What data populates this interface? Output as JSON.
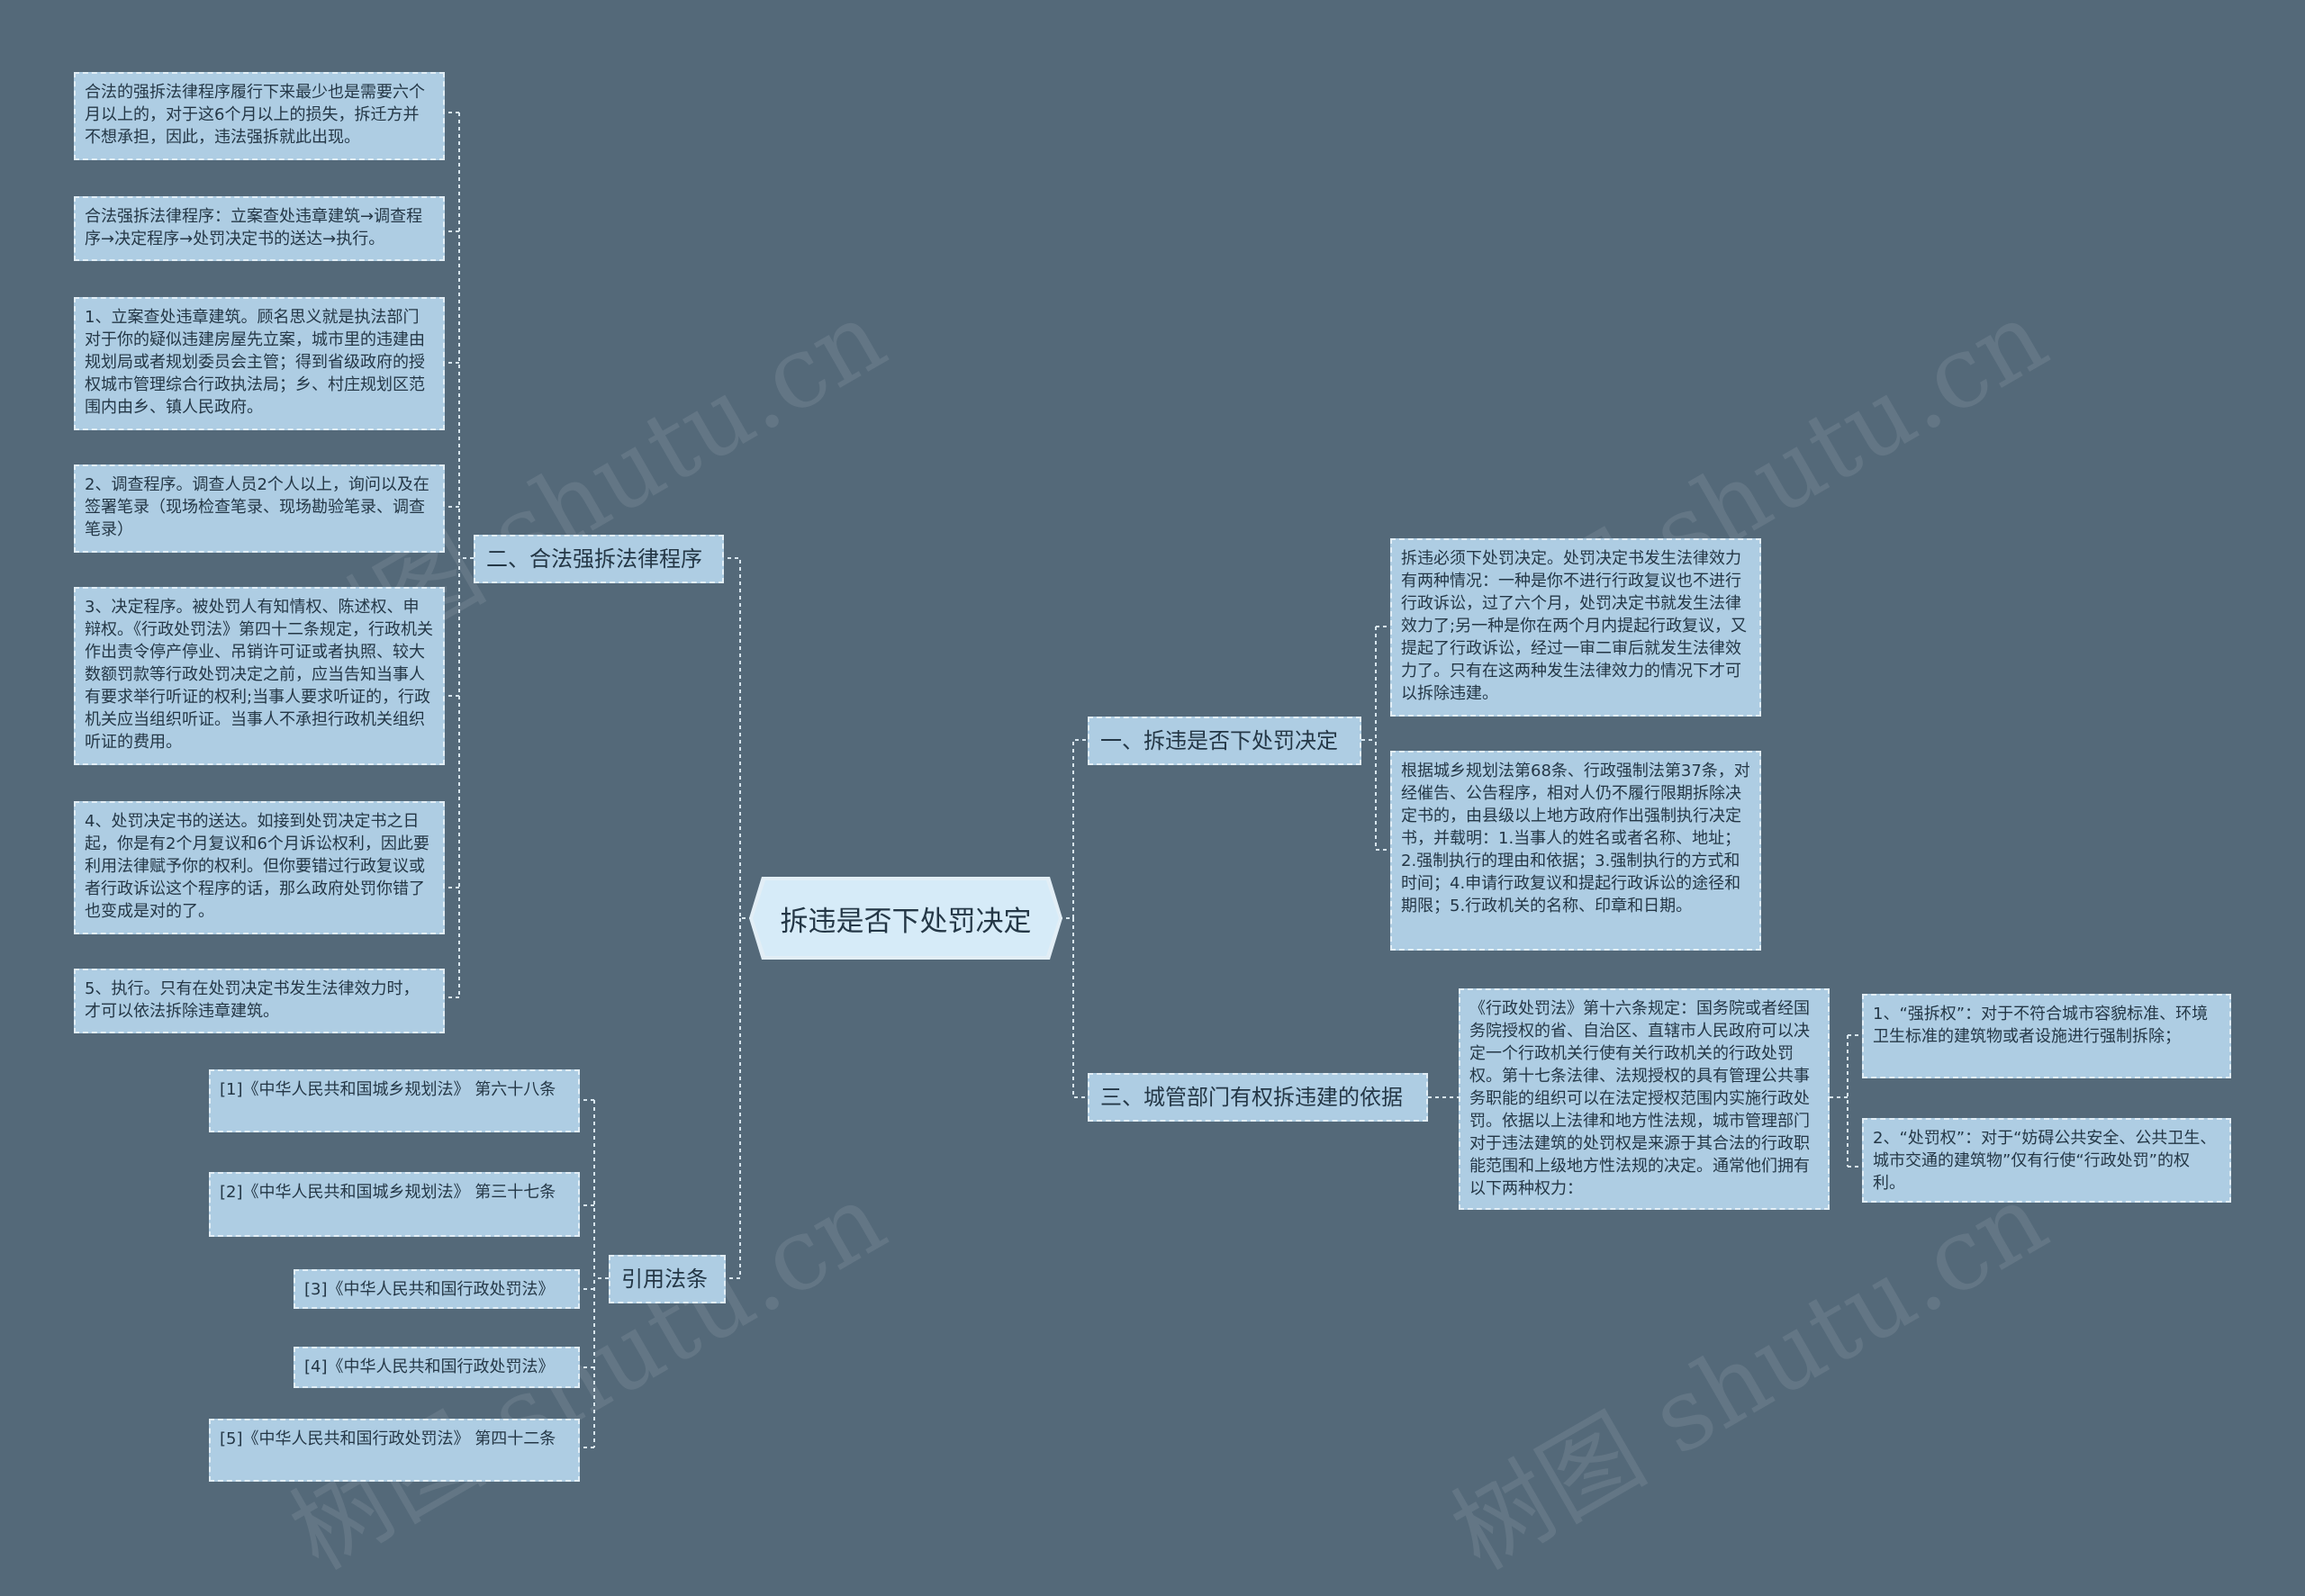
{
  "root": {
    "label": "拆违是否下处罚决定"
  },
  "branches": {
    "b2": {
      "label": "二、合法强拆法律程序",
      "leaves": [
        "合法的强拆法律程序履行下来最少也是需要六个月以上的，对于这6个月以上的损失，拆迁方并不想承担，因此，违法强拆就此出现。",
        "合法强拆法律程序：立案查处违章建筑→调查程序→决定程序→处罚决定书的送达→执行。",
        "1、立案查处违章建筑。顾名思义就是执法部门对于你的疑似违建房屋先立案，城市里的违建由规划局或者规划委员会主管；得到省级政府的授权城市管理综合行政执法局；乡、村庄规划区范围内由乡、镇人民政府。",
        "2、调查程序。调查人员2个人以上，询问以及在签署笔录（现场检查笔录、现场勘验笔录、调查笔录）",
        "3、决定程序。被处罚人有知情权、陈述权、申辩权。《行政处罚法》第四十二条规定，行政机关作出责令停产停业、吊销许可证或者执照、较大数额罚款等行政处罚决定之前，应当告知当事人有要求举行听证的权利;当事人要求听证的，行政机关应当组织听证。当事人不承担行政机关组织听证的费用。",
        "4、处罚决定书的送达。如接到处罚决定书之日起，你是有2个月复议和6个月诉讼权利，因此要利用法律赋予你的权利。但你要错过行政复议或者行政诉讼这个程序的话，那么政府处罚你错了也变成是对的了。",
        "5、执行。只有在处罚决定书发生法律效力时，才可以依法拆除违章建筑。"
      ]
    },
    "cite": {
      "label": "引用法条",
      "leaves": [
        "[1]《中华人民共和国城乡规划法》 第六十八条",
        "[2]《中华人民共和国城乡规划法》 第三十七条",
        "[3]《中华人民共和国行政处罚法》",
        "[4]《中华人民共和国行政处罚法》",
        "[5]《中华人民共和国行政处罚法》 第四十二条"
      ]
    },
    "b1": {
      "label": "一、拆违是否下处罚决定",
      "leaves": [
        "拆违必须下处罚决定。处罚决定书发生法律效力有两种情况：一种是你不进行行政复议也不进行行政诉讼，过了六个月，处罚决定书就发生法律效力了;另一种是你在两个月内提起行政复议，又提起了行政诉讼，经过一审二审后就发生法律效力了。只有在这两种发生法律效力的情况下才可以拆除违建。",
        "根据城乡规划法第68条、行政强制法第37条，对经催告、公告程序，相对人仍不履行限期拆除决定书的，由县级以上地方政府作出强制执行决定书，并载明：1.当事人的姓名或者名称、地址；2.强制执行的理由和依据；3.强制执行的方式和时间；4.申请行政复议和提起行政诉讼的途径和期限；5.行政机关的名称、印章和日期。"
      ]
    },
    "b3": {
      "label": "三、城管部门有权拆违建的依据",
      "middle": "《行政处罚法》第十六条规定：国务院或者经国务院授权的省、自治区、直辖市人民政府可以决定一个行政机关行使有关行政机关的行政处罚权。第十七条法律、法规授权的具有管理公共事务职能的组织可以在法定授权范围内实施行政处罚。依据以上法律和地方性法规，城市管理部门对于违法建筑的处罚权是来源于其合法的行政职能范围和上级地方性法规的决定。通常他们拥有以下两种权力：",
      "leaves": [
        "1、“强拆权”：对于不符合城市容貌标准、环境卫生标准的建筑物或者设施进行强制拆除；",
        "2、“处罚权”：对于“妨碍公共安全、公共卫生、城市交通的建筑物”仅有行使“行政处罚”的权利。"
      ]
    }
  },
  "watermark": "树图 shutu.cn",
  "colors": {
    "background": "#546979",
    "node_fill": "#aecde3",
    "root_fill": "#d6ebf8",
    "connector": "#d8e6ef"
  }
}
